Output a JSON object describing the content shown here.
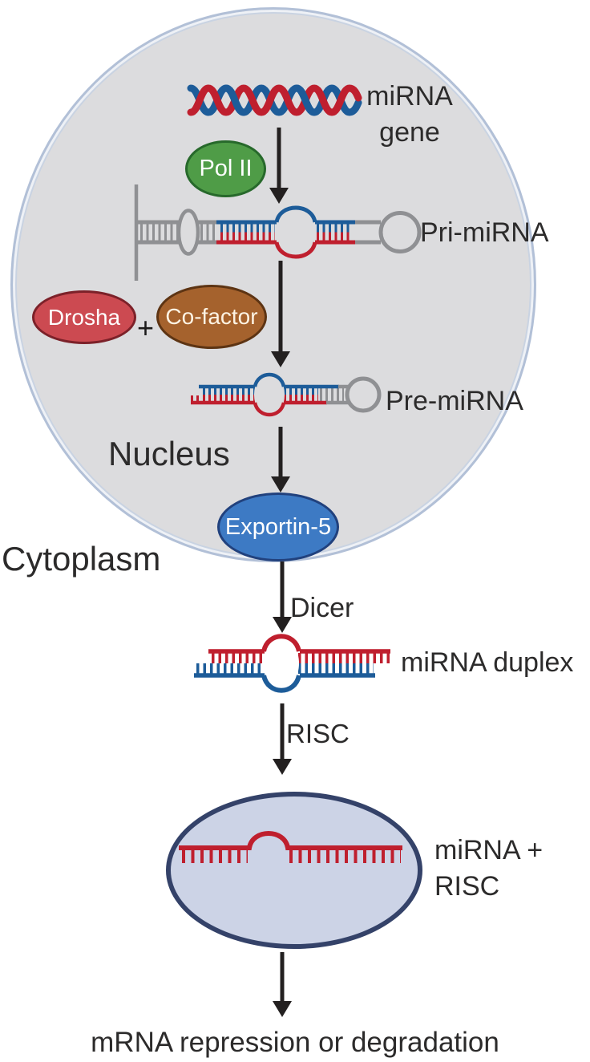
{
  "compartments": {
    "nucleus": "Nucleus",
    "cytoplasm": "Cytoplasm"
  },
  "nodes": {
    "pol2": "Pol II",
    "drosha": "Drosha",
    "plus": "+",
    "cofactor": "Co-factor",
    "exportin5": "Exportin-5"
  },
  "labels": {
    "mirna_gene": "miRNA\ngene",
    "pri_mirna": "Pri-miRNA",
    "pre_mirna": "Pre-miRNA",
    "dicer": "Dicer",
    "mirna_duplex": "miRNA duplex",
    "risc": "RISC",
    "mirna_plus_risc": "miRNA + RISC",
    "outcome": "mRNA repression or degradation"
  },
  "colors": {
    "text": "#2c2b2b",
    "arrow": "#232020",
    "dna_red": "#bf1f2e",
    "dna_blue": "#1d5c99",
    "gray_strand": "#8f9093",
    "nucleus_fill": "#dcdcde",
    "nucleus_border": "#b2c0d7",
    "pol2_fill": "#4f9c47",
    "pol2_border": "#27692b",
    "drosha_fill": "#cc4a51",
    "drosha_border": "#7c2129",
    "cofactor_fill": "#a5622d",
    "cofactor_border": "#5d3413",
    "exportin_fill": "#3d7ac4",
    "exportin_border": "#21417d",
    "risc_fill": "#ccd3e6",
    "risc_border": "#344269"
  }
}
